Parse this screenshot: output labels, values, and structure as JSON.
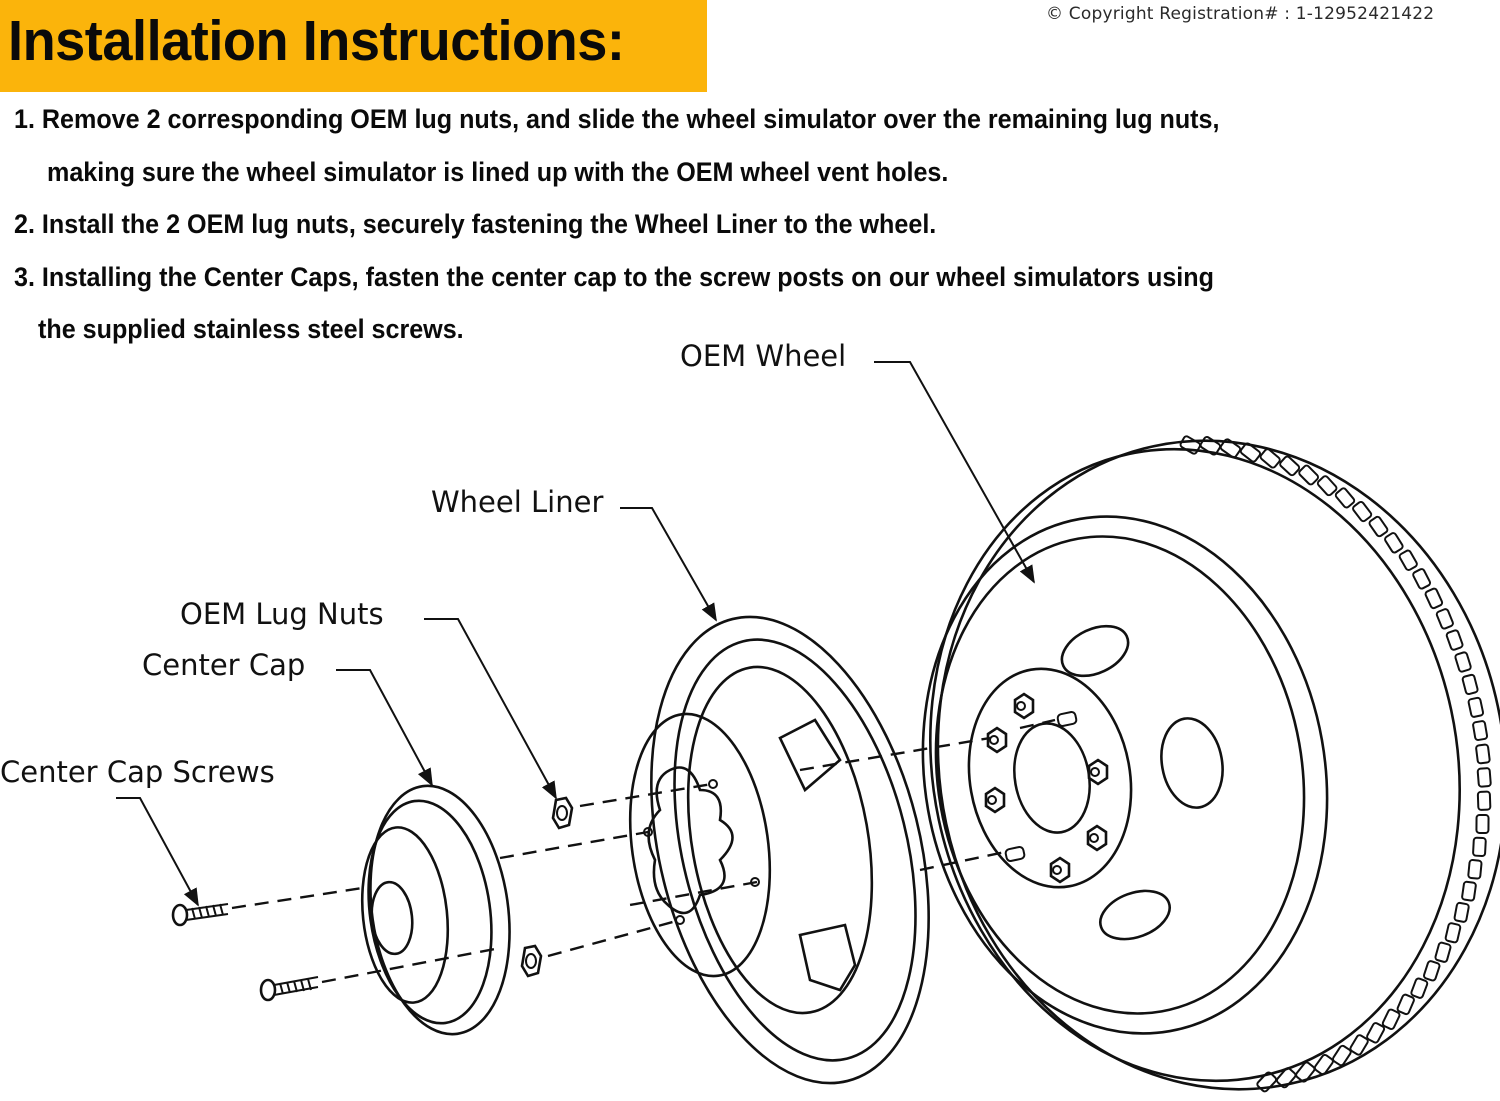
{
  "header": {
    "title": "Installation Instructions:",
    "banner_color": "#fbb40b",
    "copyright": "© Copyright Registration# : 1-12952421422"
  },
  "instructions": [
    {
      "line1": "1. Remove 2 corresponding OEM lug nuts, and slide the wheel simulator over the remaining lug nuts,",
      "line2": "making sure the wheel simulator is lined up with the OEM wheel vent holes."
    },
    {
      "line1": "2.  Install the 2 OEM lug nuts, securely fastening the Wheel Liner to the wheel."
    },
    {
      "line1": "3. Installing the Center Caps, fasten the center cap to the screw posts on our wheel simulators using",
      "line2": "the supplied stainless steel screws."
    }
  ],
  "diagram": {
    "labels": {
      "oem_wheel": "OEM Wheel",
      "wheel_liner": "Wheel Liner",
      "oem_lug_nuts": "OEM Lug Nuts",
      "center_cap": "Center Cap",
      "center_cap_screws": "Center Cap Screws"
    }
  }
}
